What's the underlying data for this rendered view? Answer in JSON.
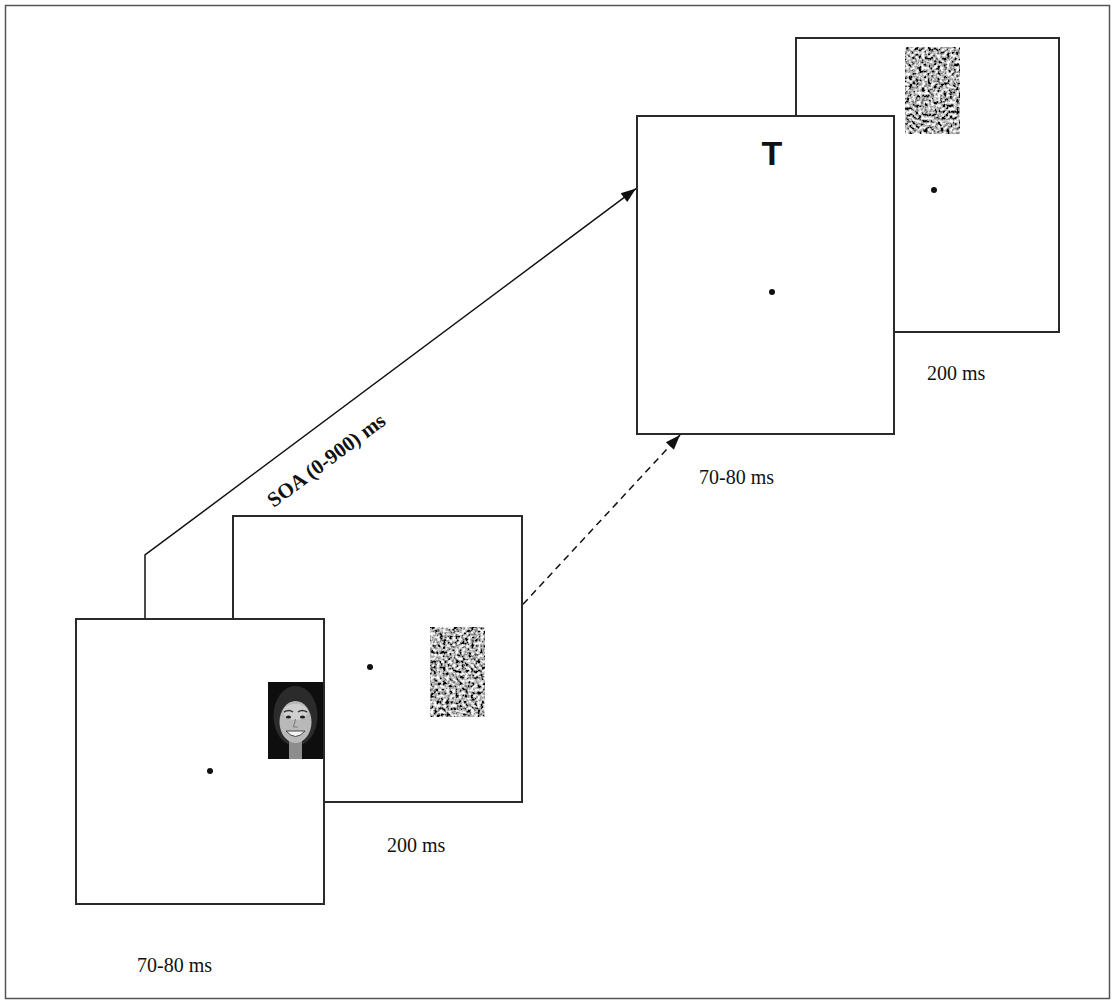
{
  "diagram": {
    "nodes": [
      {
        "text": [
          "70-80 ms"
        ]
      },
      {
        "text": [
          "200 ms"
        ]
      },
      {
        "text": [
          "T",
          "70-80 ms"
        ]
      },
      {
        "text": [
          "200 ms"
        ]
      }
    ],
    "edges": [
      {
        "from": 0,
        "to": 2,
        "arrow": "to",
        "label": "SOA (0-900) ms"
      },
      {
        "from": 1,
        "to": 2,
        "arrow": "to"
      }
    ]
  }
}
